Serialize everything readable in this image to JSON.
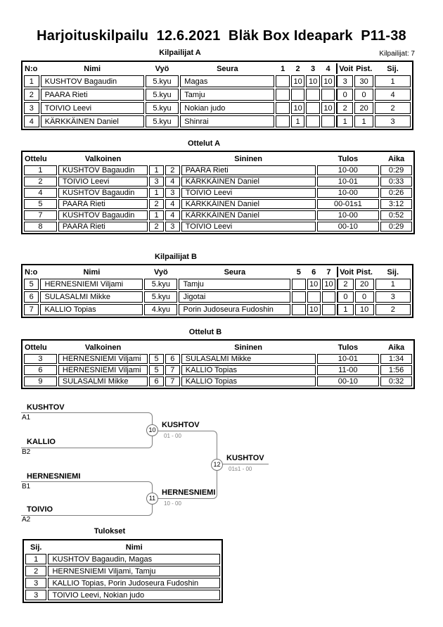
{
  "page": {
    "title": "Harjoituskilpailu  12.6.2021  Bläk Box Ideapark  P11-38",
    "competitors_total": "Kilpailijat: 7"
  },
  "competitors_a": {
    "caption": "Kilpailijat A",
    "headers": {
      "no": "N:o",
      "name": "Nimi",
      "belt": "Vyö",
      "club": "Seura",
      "c1": "1",
      "c2": "2",
      "c3": "3",
      "c4": "4",
      "wins": "Voit.",
      "points": "Pist.",
      "place": "Sij."
    },
    "rows": [
      {
        "no": "1",
        "name": "KUSHTOV Bagaudin",
        "belt": "5.kyu",
        "club": "Magas",
        "c1": "",
        "c2": "10",
        "c3": "10",
        "c4": "10",
        "wins": "3",
        "points": "30",
        "place": "1"
      },
      {
        "no": "2",
        "name": "PAARA Rieti",
        "belt": "5.kyu",
        "club": "Tamju",
        "c1": "",
        "c2": "",
        "c3": "",
        "c4": "",
        "wins": "0",
        "points": "0",
        "place": "4"
      },
      {
        "no": "3",
        "name": "TOIVIO Leevi",
        "belt": "5.kyu",
        "club": "Nokian judo",
        "c1": "",
        "c2": "10",
        "c3": "",
        "c4": "10",
        "wins": "2",
        "points": "20",
        "place": "2"
      },
      {
        "no": "4",
        "name": "KÄRKKÄINEN Daniel",
        "belt": "5.kyu",
        "club": "Shinrai",
        "c1": "",
        "c2": "1",
        "c3": "",
        "c4": "",
        "wins": "1",
        "points": "1",
        "place": "3"
      }
    ]
  },
  "matches_a": {
    "caption": "Ottelut A",
    "headers": {
      "match": "Ottelu",
      "white": "Valkoinen",
      "wno": "",
      "bno": "",
      "blue": "Sininen",
      "result": "Tulos",
      "time": "Aika"
    },
    "rows": [
      {
        "match": "1",
        "white": "KUSHTOV Bagaudin",
        "wno": "1",
        "bno": "2",
        "blue": "PAARA Rieti",
        "result": "10-00",
        "time": "0:29"
      },
      {
        "match": "2",
        "white": "TOIVIO Leevi",
        "wno": "3",
        "bno": "4",
        "blue": "KÄRKKÄINEN Daniel",
        "result": "10-01",
        "time": "0:33"
      },
      {
        "match": "4",
        "white": "KUSHTOV Bagaudin",
        "wno": "1",
        "bno": "3",
        "blue": "TOIVIO Leevi",
        "result": "10-00",
        "time": "0:26"
      },
      {
        "match": "5",
        "white": "PAARA Rieti",
        "wno": "2",
        "bno": "4",
        "blue": "KÄRKKÄINEN Daniel",
        "result": "00-01s1",
        "time": "3:12"
      },
      {
        "match": "7",
        "white": "KUSHTOV Bagaudin",
        "wno": "1",
        "bno": "4",
        "blue": "KÄRKKÄINEN Daniel",
        "result": "10-00",
        "time": "0:52"
      },
      {
        "match": "8",
        "white": "PAARA Rieti",
        "wno": "2",
        "bno": "3",
        "blue": "TOIVIO Leevi",
        "result": "00-10",
        "time": "0:29"
      }
    ]
  },
  "competitors_b": {
    "caption": "Kilpailijat B",
    "headers": {
      "no": "N:o",
      "name": "Nimi",
      "belt": "Vyö",
      "club": "Seura",
      "c5": "5",
      "c6": "6",
      "c7": "7",
      "wins": "Voit.",
      "points": "Pist.",
      "place": "Sij."
    },
    "rows": [
      {
        "no": "5",
        "name": "HERNESNIEMI Viljami",
        "belt": "5.kyu",
        "club": "Tamju",
        "c5": "",
        "c6": "10",
        "c7": "10",
        "wins": "2",
        "points": "20",
        "place": "1"
      },
      {
        "no": "6",
        "name": "SULASALMI Mikke",
        "belt": "5.kyu",
        "club": "Jigotai",
        "c5": "",
        "c6": "",
        "c7": "",
        "wins": "0",
        "points": "0",
        "place": "3"
      },
      {
        "no": "7",
        "name": "KALLIO Topias",
        "belt": "4.kyu",
        "club": "Porin Judoseura Fudoshin",
        "c5": "",
        "c6": "10",
        "c7": "",
        "wins": "1",
        "points": "10",
        "place": "2"
      }
    ]
  },
  "matches_b": {
    "caption": "Ottelut B",
    "headers": {
      "match": "Ottelu",
      "white": "Valkoinen",
      "wno": "",
      "bno": "",
      "blue": "Sininen",
      "result": "Tulos",
      "time": "Aika"
    },
    "rows": [
      {
        "match": "3",
        "white": "HERNESNIEMI Viljami",
        "wno": "5",
        "bno": "6",
        "blue": "SULASALMI Mikke",
        "result": "10-01",
        "time": "1:34"
      },
      {
        "match": "6",
        "white": "HERNESNIEMI Viljami",
        "wno": "5",
        "bno": "7",
        "blue": "KALLIO Topias",
        "result": "11-00",
        "time": "1:56"
      },
      {
        "match": "9",
        "white": "SULASALMI Mikke",
        "wno": "6",
        "bno": "7",
        "blue": "KALLIO Topias",
        "result": "00-10",
        "time": "0:32"
      }
    ]
  },
  "bracket": {
    "slot1": {
      "name": "KUSHTOV",
      "code": "A1"
    },
    "slot2": {
      "name": "KALLIO",
      "code": "B2"
    },
    "slot3": {
      "name": "HERNESNIEMI",
      "code": "B1"
    },
    "slot4": {
      "name": "TOIVIO",
      "code": "A2"
    },
    "match10": {
      "number": "10",
      "winner": "KUSHTOV",
      "score": "01 - 00"
    },
    "match11": {
      "number": "11",
      "winner": "HERNESNIEMI",
      "score": "10 - 00"
    },
    "match12": {
      "number": "12",
      "winner": "KUSHTOV",
      "score": "01s1 - 00"
    }
  },
  "results": {
    "caption": "Tulokset",
    "headers": {
      "place": "Sij.",
      "name": "Nimi"
    },
    "rows": [
      {
        "place": "1",
        "name": "KUSHTOV Bagaudin, Magas"
      },
      {
        "place": "2",
        "name": "HERNESNIEMI Viljami, Tamju"
      },
      {
        "place": "3",
        "name": "KALLIO Topias, Porin Judoseura Fudoshin"
      },
      {
        "place": "3",
        "name": "TOIVIO Leevi, Nokian judo"
      }
    ]
  }
}
